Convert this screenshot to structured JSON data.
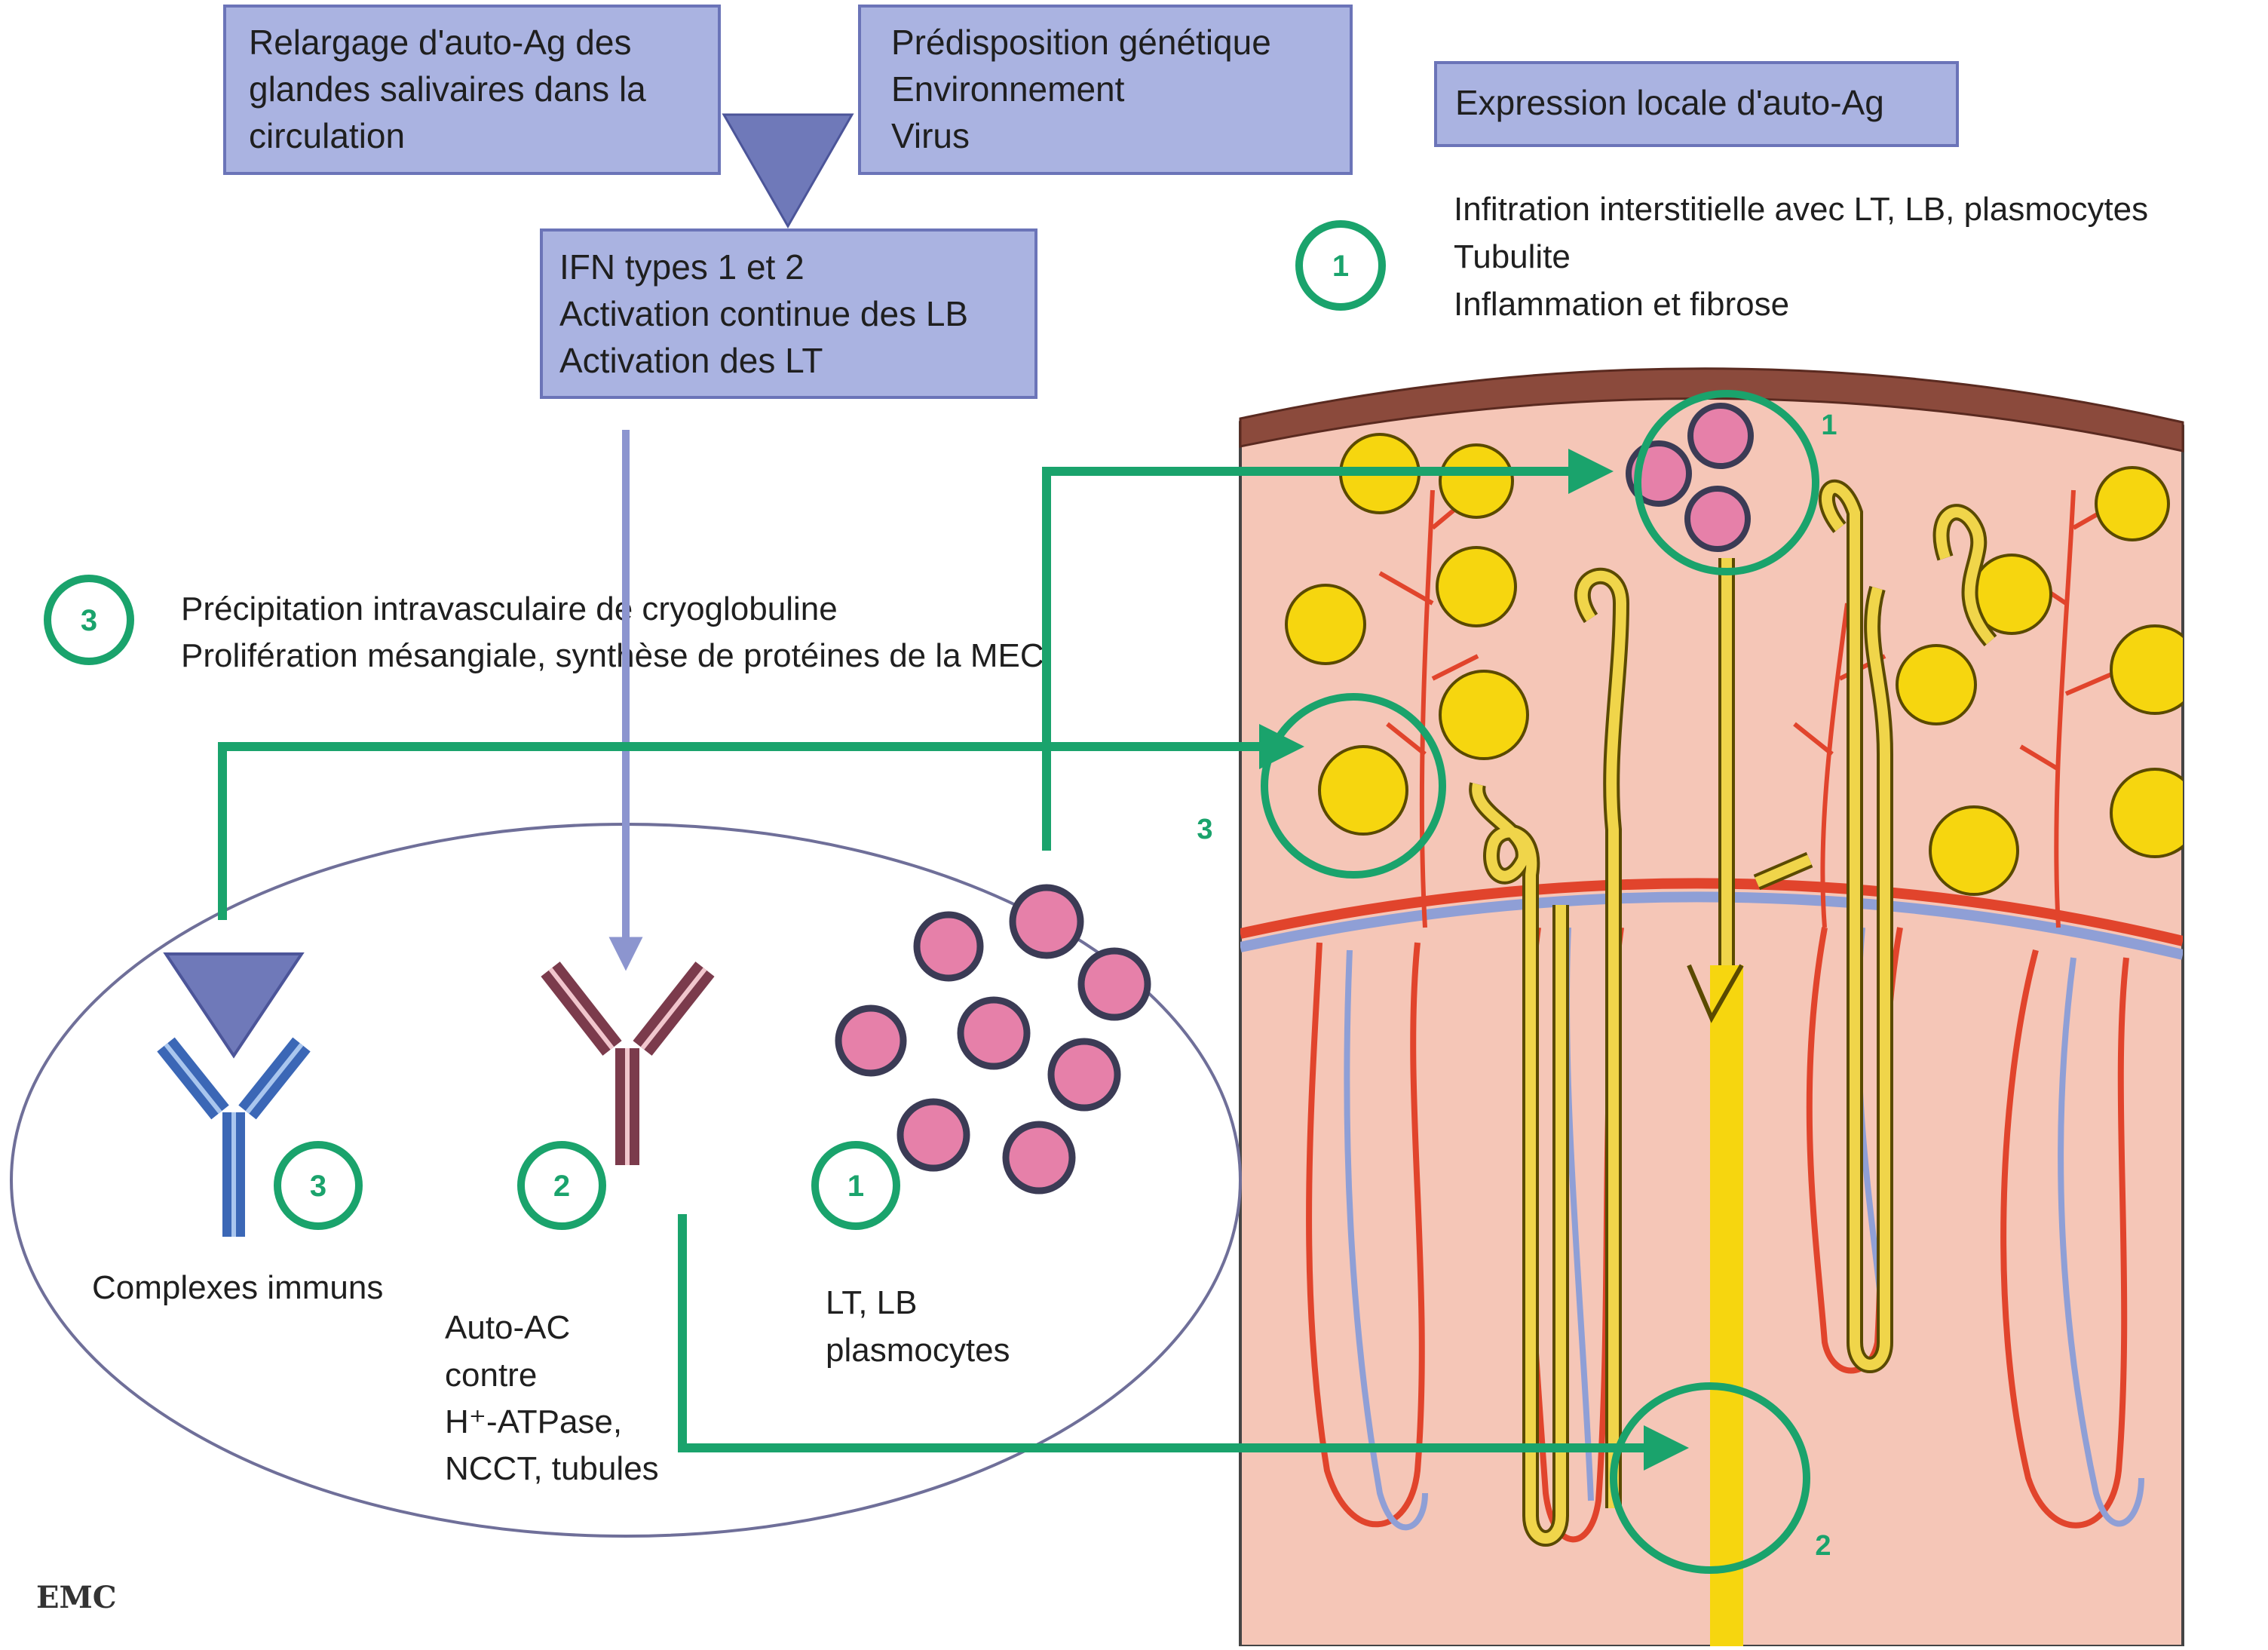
{
  "boxes": {
    "release": [
      "Relargage d'auto-Ag des",
      "glandes salivaires dans la",
      "circulation"
    ],
    "predisposition": [
      "Prédisposition génétique",
      "Environnement",
      "Virus"
    ],
    "ifn": [
      "IFN types 1 et 2",
      "Activation continue des LB",
      "Activation des LT"
    ],
    "local_expression": "Expression locale d'auto-Ag"
  },
  "mechanisms": {
    "m1": {
      "number": "1",
      "lines": [
        "Infitration interstitielle avec LT, LB, plasmocytes",
        "Tubulite",
        "Inflammation et fibrose"
      ]
    },
    "m3": {
      "number": "3",
      "lines": [
        "Précipitation intravasculaire de cryoglobuline",
        "Prolifération mésangiale, synthèse de protéines de la MEC"
      ]
    }
  },
  "ellipse_items": {
    "immune_complexes": {
      "number": "3",
      "label": "Complexes immuns"
    },
    "autoantibodies": {
      "number": "2",
      "lines": [
        "Auto-AC",
        "contre",
        "H⁺-ATPase,",
        "NCCT, tubules"
      ]
    },
    "cells": {
      "number": "1",
      "lines": [
        "LT, LB",
        "plasmocytes"
      ]
    }
  },
  "kidney_markers": {
    "m1": "1",
    "m2": "2",
    "m3": "3"
  },
  "logo": "EMC",
  "colors": {
    "box_fill": "#aab3e1",
    "box_stroke": "#6b74b8",
    "triangle": "#6f79b9",
    "green": "#1aa36c",
    "arrow_blue": "#8c95cf",
    "cortex": "#f5c6b7",
    "capsule": "#8b4a3c",
    "glomerulus": "#f6d60f",
    "tubule": "#f0d54a",
    "plasma_cell": "#e680a9",
    "vessel_red": "#e1442c",
    "vessel_blue": "#8f9fd6"
  }
}
